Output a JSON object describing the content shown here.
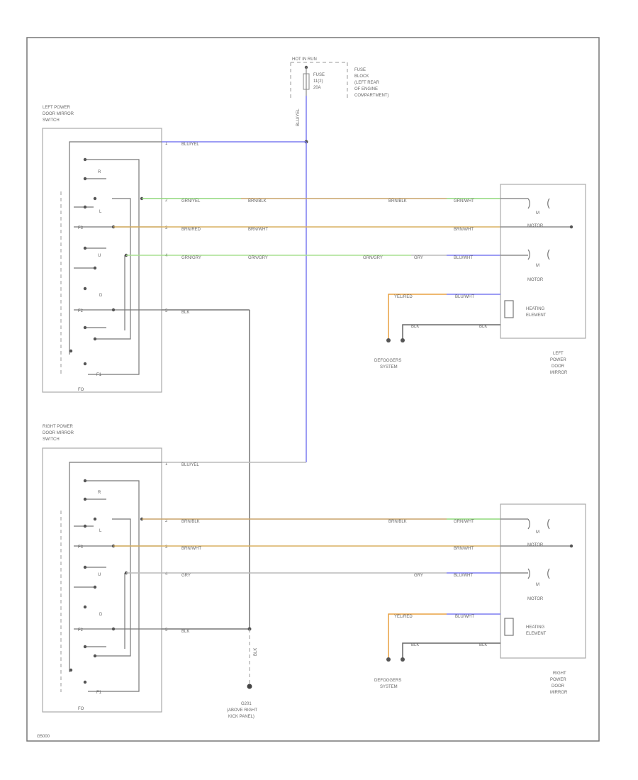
{
  "fuse_block": {
    "source": "HOT IN RUN",
    "fuse_lines": [
      "FUSE",
      "11(2)",
      "20A"
    ],
    "block_lines": [
      "FUSE",
      "BLOCK",
      "(LEFT REAR",
      "OF ENGINE",
      "COMPARTMENT)"
    ],
    "feed_wire": "BLU/YEL"
  },
  "left_switch": {
    "title_lines": [
      "LEFT POWER",
      "DOOR MIRROR",
      "SWITCH"
    ]
  },
  "right_switch": {
    "title_lines": [
      "RIGHT POWER",
      "DOOR MIRROR",
      "SWITCH"
    ]
  },
  "left_mirror": {
    "title_lines": [
      "LEFT",
      "POWER",
      "DOOR",
      "MIRROR"
    ],
    "motor1": "MOTOR",
    "motor2": "MOTOR",
    "heater_lines": [
      "HEATING",
      "ELEMENT"
    ],
    "defogger_lines": [
      "DEFOGGERS",
      "SYSTEM"
    ]
  },
  "right_mirror": {
    "title_lines": [
      "RIGHT",
      "POWER",
      "DOOR",
      "MIRROR"
    ],
    "motor1": "MOTOR",
    "motor2": "MOTOR",
    "heater_lines": [
      "HEATING",
      "ELEMENT"
    ],
    "defogger_lines": [
      "DEFOGGERS",
      "SYSTEM"
    ]
  },
  "ground": {
    "wire": "BLK",
    "label_lines": [
      "G201",
      "(ABOVE RIGHT",
      "KICK PANEL)"
    ]
  },
  "wires": {
    "left_feed": "BLU/YEL",
    "left_w1": "GRN/YEL",
    "left_w1_mid": "BRN/BLK",
    "left_w1_end": "GRN/WHT",
    "left_w2": "BRN/RED",
    "left_w2_mid": "BRN/WHT",
    "left_w2_end": "BRN/WHT",
    "left_w3": "GRN/GRY",
    "left_w3_mid": "GRN/GRY",
    "left_w3_mid2": "GRN/GRY",
    "left_w3_alt": "GRY",
    "left_w3_end": "BLU/WHT",
    "left_gnd": "BLK",
    "left_heat_in": "YEL/RED",
    "left_heat_in_end": "BLU/WHT",
    "left_heat_out": "BLK",
    "left_heat_out_end": "BLK",
    "right_feed": "BLU/YEL",
    "right_w1": "BRN/BLK",
    "right_w1_mid": "BRN/BLK",
    "right_w1_end": "GRN/WHT",
    "right_w2": "BRN/WHT",
    "right_w2_end": "BRN/WHT",
    "right_w3": "GRY",
    "right_w3_mid": "GRY",
    "right_w3_end": "BLU/WHT",
    "right_gnd": "BLK",
    "right_heat_in": "YEL/RED",
    "right_heat_in_end": "BLU/WHT",
    "right_heat_out": "BLK",
    "right_heat_out_end": "BLK"
  },
  "terminals": [
    "1",
    "2",
    "3",
    "4",
    "5"
  ],
  "switch_contacts": [
    "R",
    "L",
    "U",
    "D",
    "FO",
    "F3",
    "F2",
    "F1"
  ],
  "footer_code": "G5000"
}
